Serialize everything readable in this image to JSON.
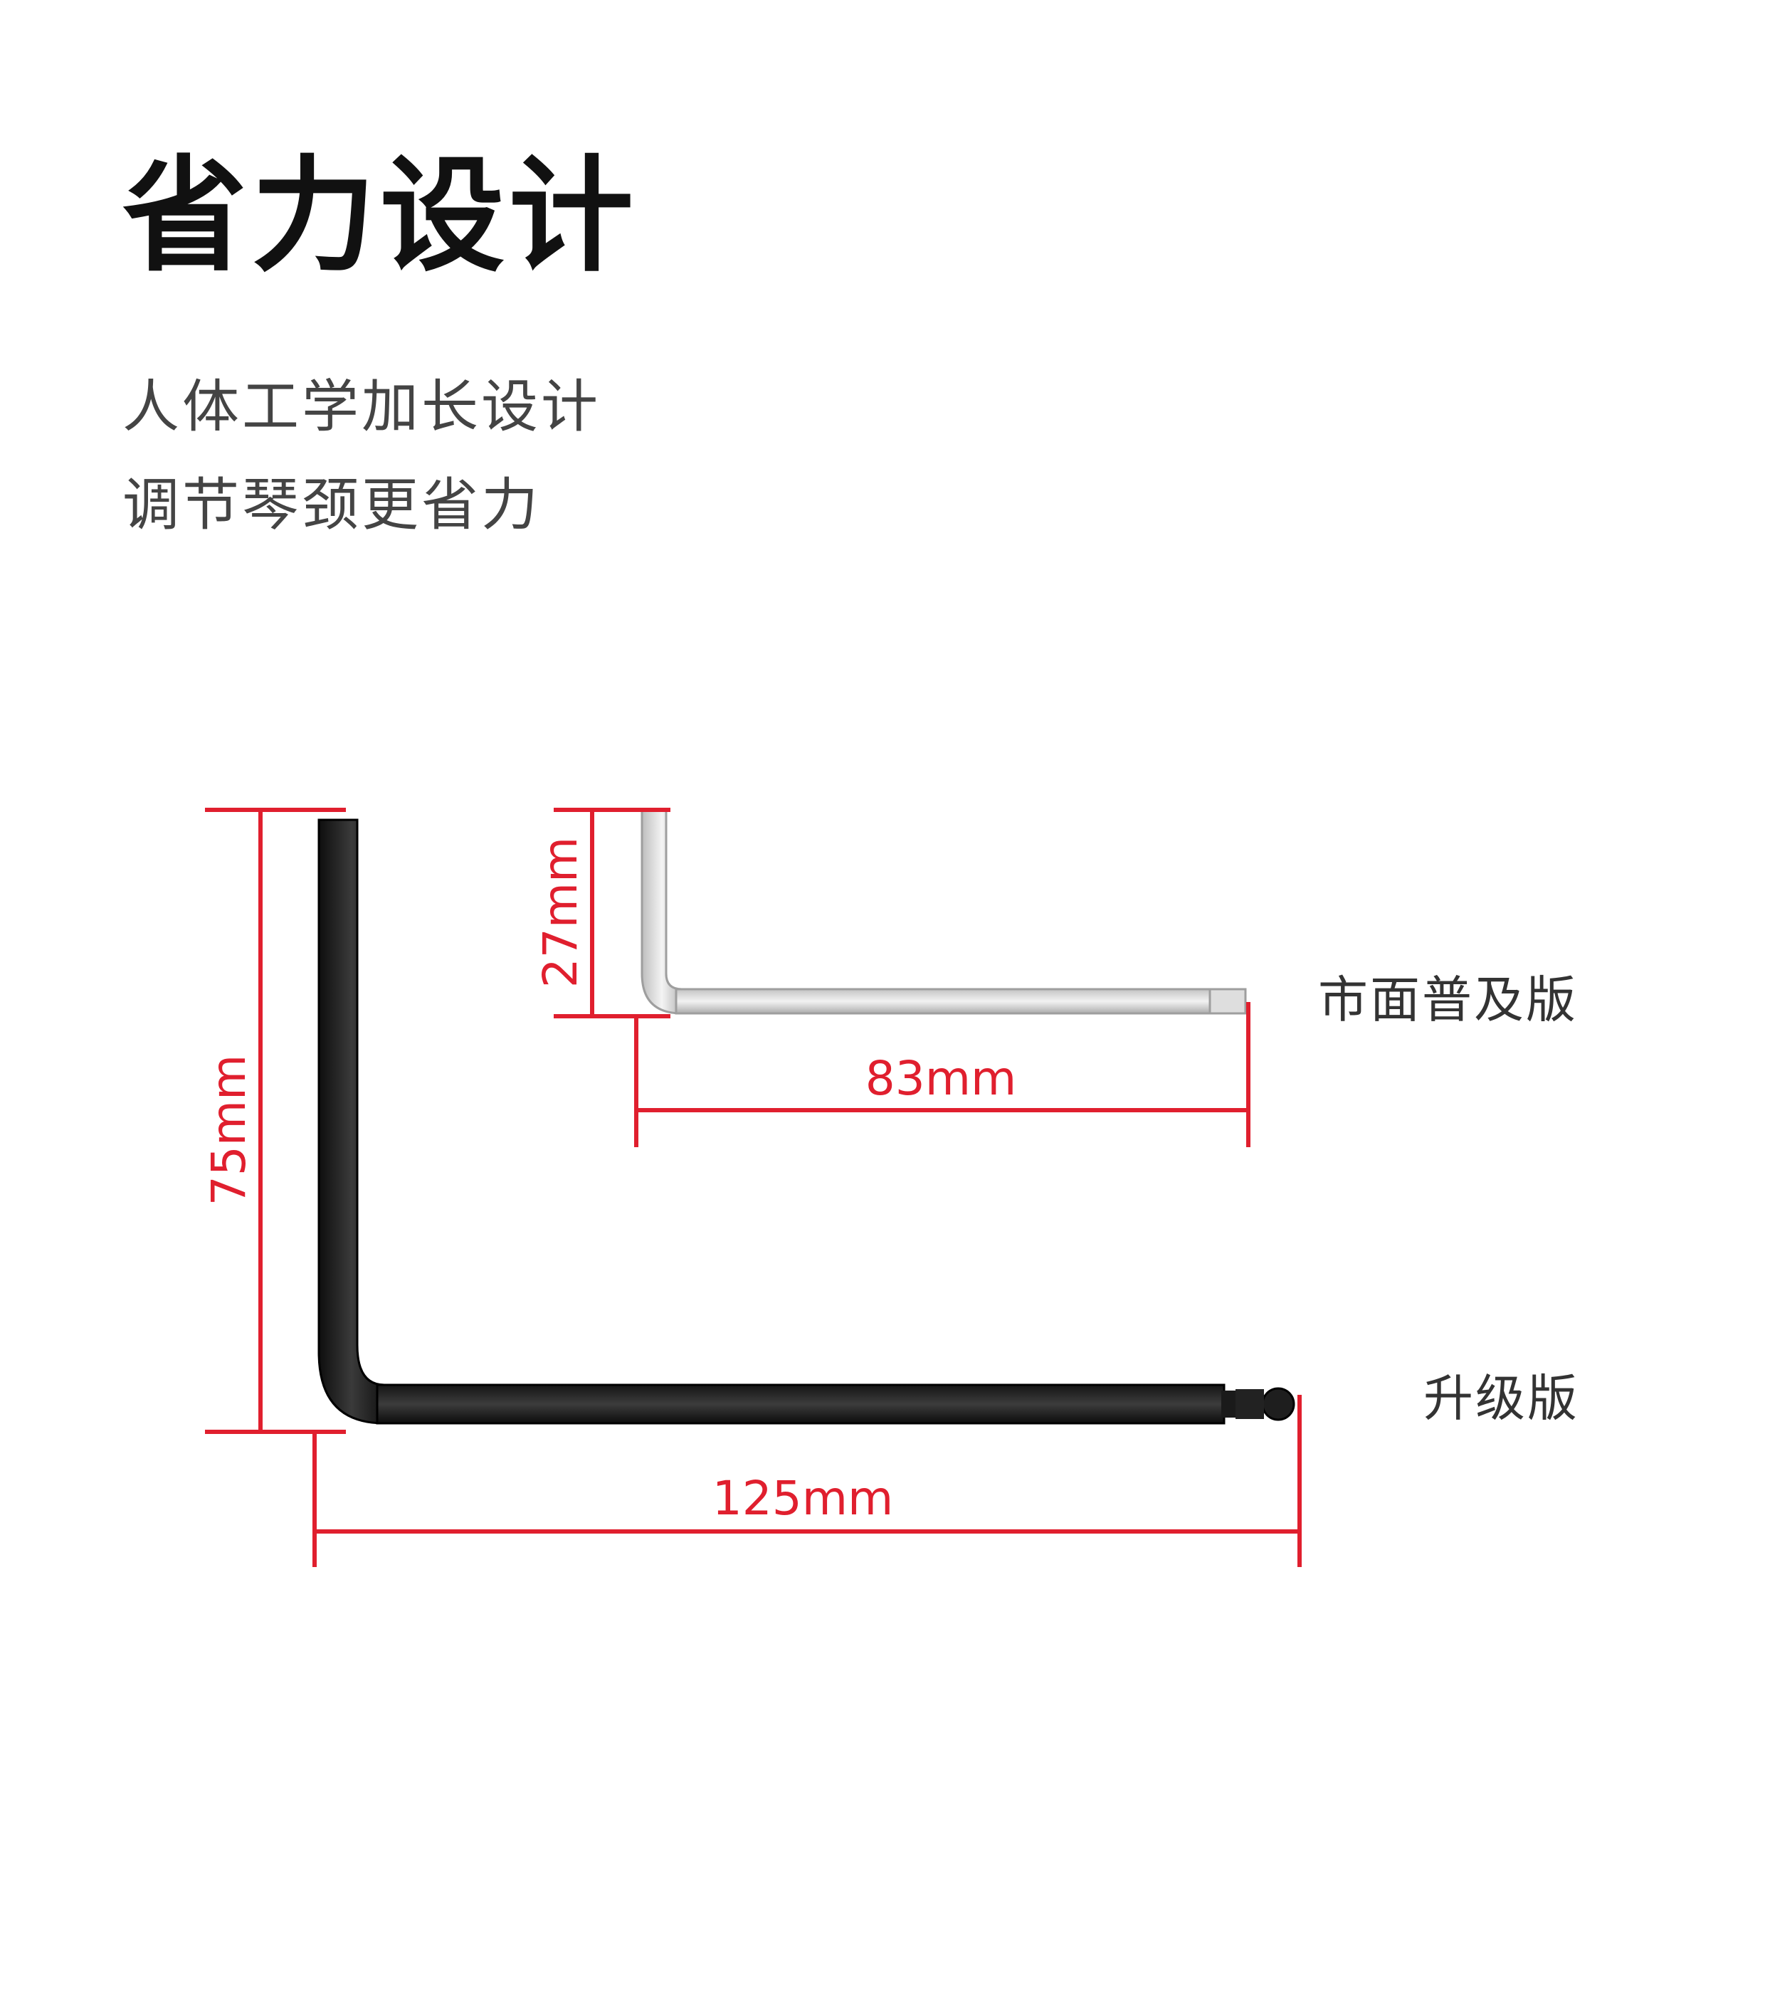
{
  "heading": {
    "title": "省力设计",
    "subtitle_line1": "人体工学加长设计",
    "subtitle_line2": "调节琴颈更省力"
  },
  "standard_wrench": {
    "label": "市面普及版",
    "short_arm": "27mm",
    "long_arm": "83mm",
    "color": "#d9d9d9"
  },
  "upgraded_wrench": {
    "label": "升级版",
    "short_arm": "75mm",
    "long_arm": "125mm",
    "color": "#1c1c1c"
  },
  "colors": {
    "dimension_lines": "#e01f2e"
  }
}
